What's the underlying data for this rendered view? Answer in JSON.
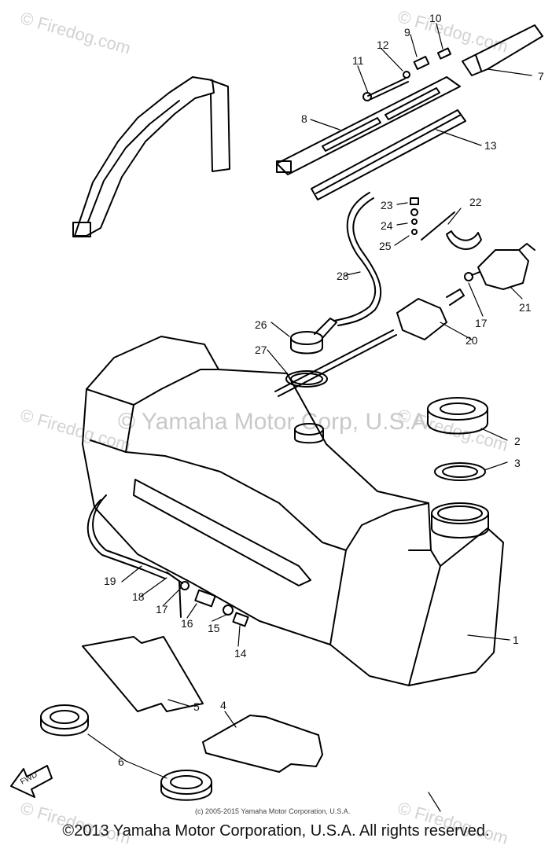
{
  "watermarks": {
    "site": "© Firedog.com",
    "center": "© Yamaha Motor Corp, U.S.A."
  },
  "fwd_label": "FWD",
  "callouts": [
    "1",
    "2",
    "3",
    "4",
    "5",
    "6",
    "7",
    "8",
    "9",
    "10",
    "11",
    "12",
    "13",
    "14",
    "15",
    "16",
    "17",
    "17",
    "18",
    "19",
    "20",
    "21",
    "22",
    "23",
    "24",
    "25",
    "26",
    "27",
    "28"
  ],
  "inner_copyright": "(c) 2005-2015 Yamaha Motor Corporation, U.S.A.",
  "footer": "©2013 Yamaha Motor Corporation, U.S.A. All rights reserved."
}
